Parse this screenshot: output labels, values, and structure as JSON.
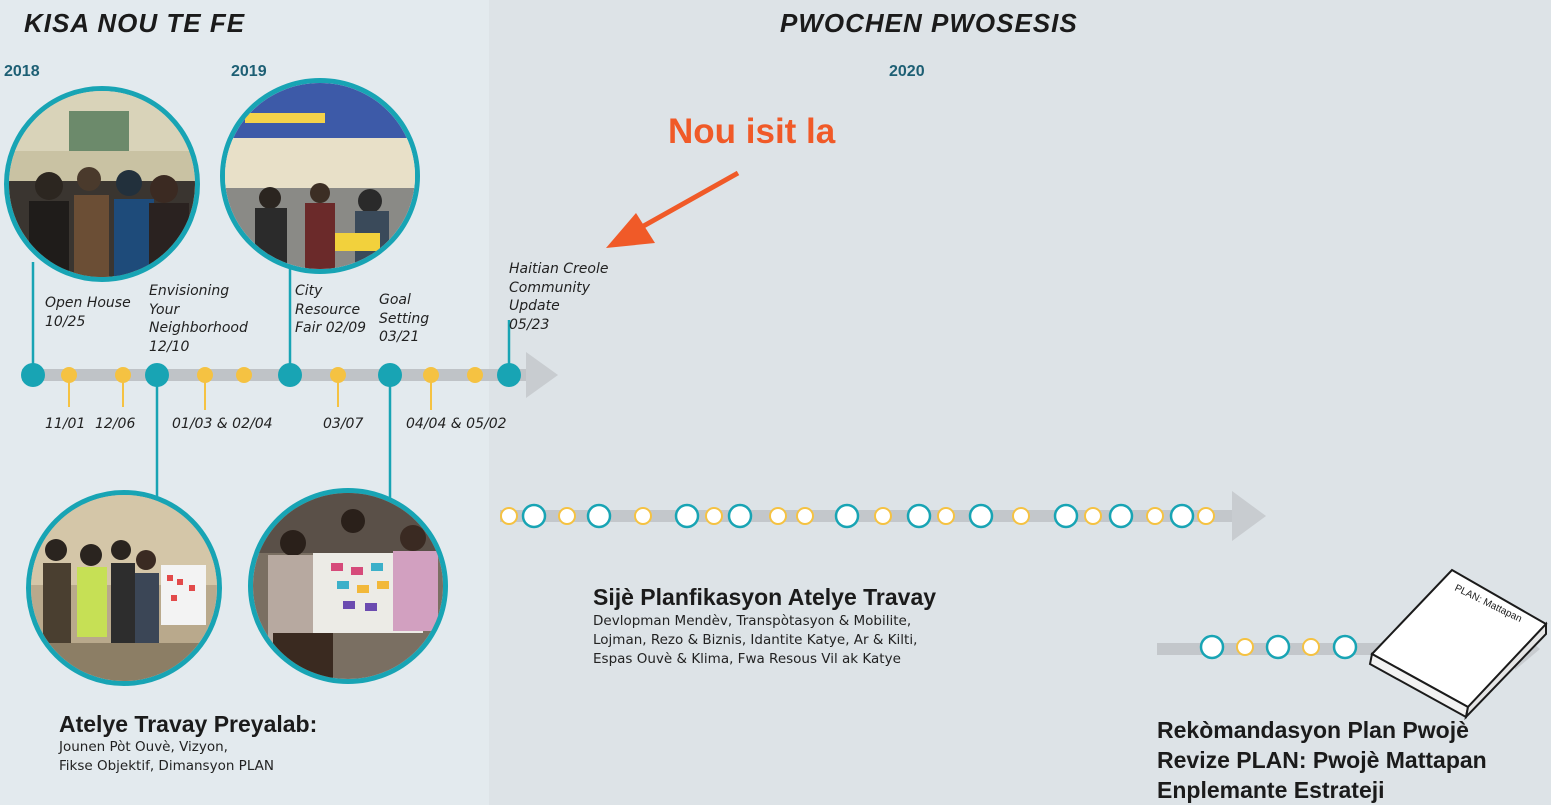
{
  "headings": {
    "left": "KISA NOU TE FE",
    "right": "PWOCHEN PWOSESIS"
  },
  "years": [
    "2018",
    "2019",
    "2020"
  ],
  "callout": "Nou isit la",
  "events": [
    {
      "label": "Open House\n10/25"
    },
    {
      "label": "Envisioning\nYour\nNeighborhood\n12/10"
    },
    {
      "label": "City\nResource\nFair 02/09"
    },
    {
      "label": "Goal\nSetting\n03/21"
    },
    {
      "label": "Haitian Creole\nCommunity\nUpdate\n05/23"
    }
  ],
  "minor_dates": [
    "11/01",
    "12/06",
    "01/03 & 02/04",
    "03/07",
    "04/04 & 05/02"
  ],
  "sections": {
    "preyalab": {
      "title": "Atelye Travay Preyalab:",
      "body": "Jounen Pòt Ouvè, Vizyon,\nFikse Objektif, Dimansyon PLAN"
    },
    "planifikasyon": {
      "title": "Sijè Planfikasyon Atelye Travay",
      "body": "Devlopman Mendèv, Transpòtasyon & Mobilite,\nLojman, Rezo & Biznis, Idantite Katye, Ar & Kilti,\nEspas Ouvè & Klima, Fwa Resous Vil ak Katye"
    },
    "rekomandasyon": {
      "lines": [
        "Rekòmandasyon Plan Pwojè",
        "Revize PLAN: Pwojè Mattapan",
        "Enplemante Estrateji"
      ]
    }
  },
  "document_label": "PLAN: Mattapan",
  "colors": {
    "teal": "#18a4b4",
    "yellow": "#f5c242",
    "track": "#bfc3c7",
    "accent": "#f05a28",
    "year": "#1d5f74"
  }
}
